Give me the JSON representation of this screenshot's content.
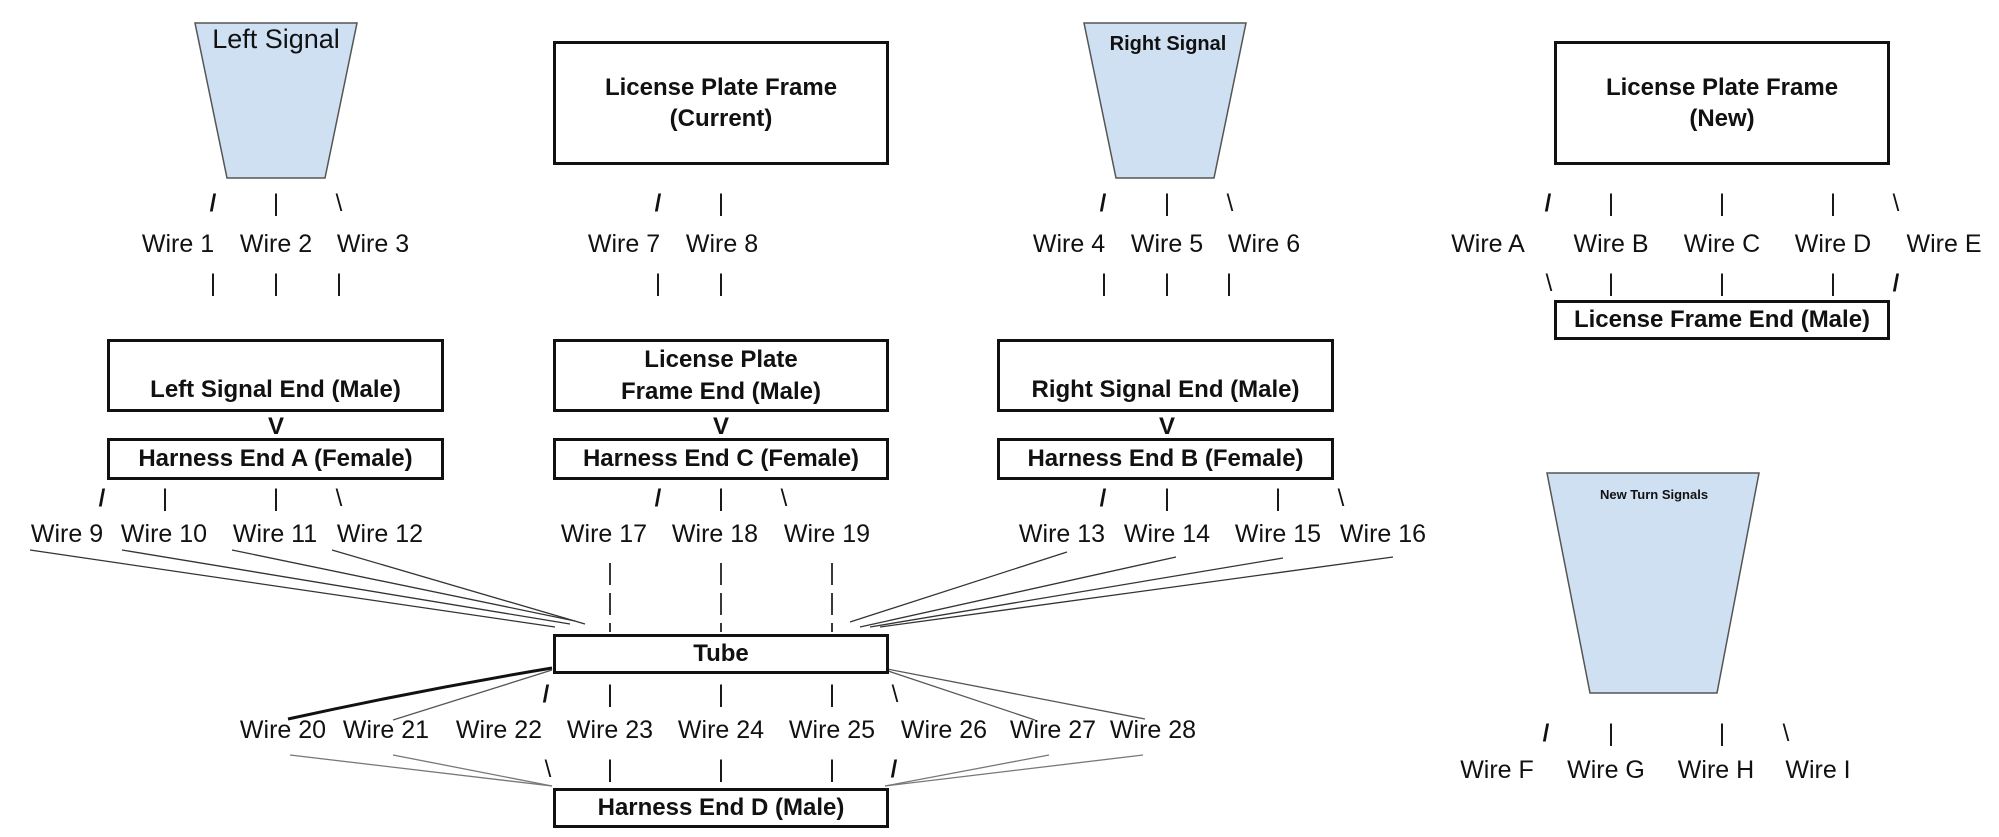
{
  "signals": {
    "left": {
      "label": "Left Signal"
    },
    "right": {
      "label": "Right Signal"
    },
    "new_turn": {
      "label": "New Turn Signals"
    },
    "fill": "#cfe0f3",
    "stroke": "#555555"
  },
  "boxes": {
    "lpf_current": {
      "line1": "License Plate Frame",
      "line2": "(Current)"
    },
    "lpf_new": {
      "line1": "License Plate Frame",
      "line2": "(New)"
    },
    "left_signal_end": "Left Signal End (Male)",
    "lpf_end_line1": "License Plate",
    "lpf_end_line2": "Frame End (Male)",
    "right_signal_end": "Right Signal End (Male)",
    "harness_a": "Harness End A (Female)",
    "harness_c": "Harness End C (Female)",
    "harness_b": "Harness End B (Female)",
    "license_frame_end": "License Frame End (Male)",
    "tube": "Tube",
    "harness_d": "Harness End D (Male)"
  },
  "connector_mark": "V",
  "ticks": {
    "slash": "/",
    "pipe": "|",
    "backslash": "\\"
  },
  "wires": {
    "w1": "Wire 1",
    "w2": "Wire 2",
    "w3": "Wire 3",
    "w4": "Wire 4",
    "w5": "Wire 5",
    "w6": "Wire 6",
    "w7": "Wire 7",
    "w8": "Wire 8",
    "w9": "Wire 9",
    "w10": "Wire 10",
    "w11": "Wire 11",
    "w12": "Wire 12",
    "w13": "Wire 13",
    "w14": "Wire 14",
    "w15": "Wire 15",
    "w16": "Wire 16",
    "w17": "Wire 17",
    "w18": "Wire 18",
    "w19": "Wire 19",
    "w20": "Wire 20",
    "w21": "Wire 21",
    "w22": "Wire 22",
    "w23": "Wire 23",
    "w24": "Wire 24",
    "w25": "Wire 25",
    "w26": "Wire 26",
    "w27": "Wire 27",
    "w28": "Wire 28",
    "wA": "Wire A",
    "wB": "Wire B",
    "wC": "Wire C",
    "wD": "Wire D",
    "wE": "Wire E",
    "wF": "Wire F",
    "wG": "Wire G",
    "wH": "Wire H",
    "wI": "Wire I"
  }
}
